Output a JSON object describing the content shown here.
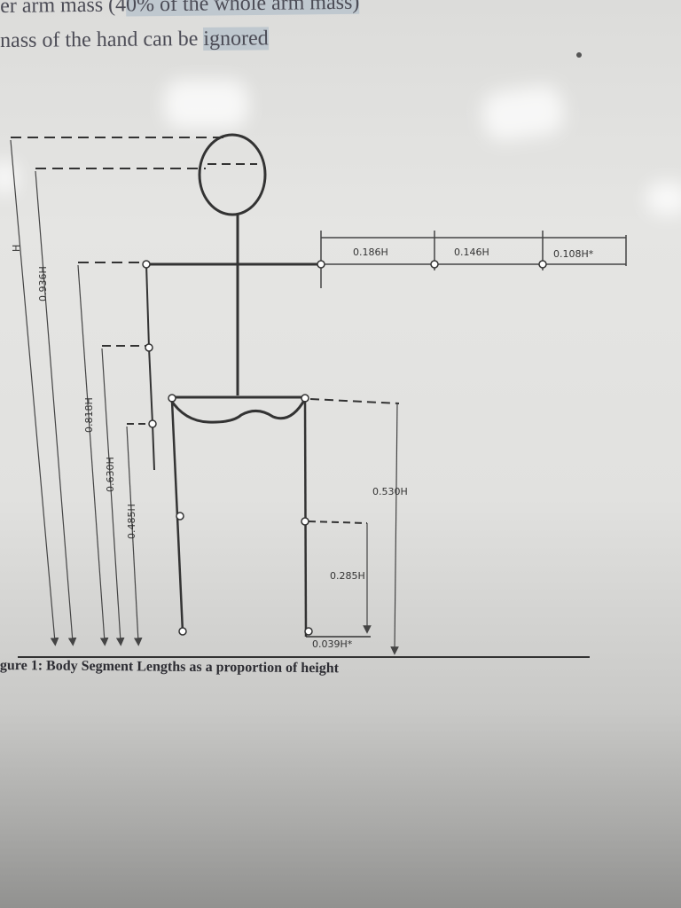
{
  "document": {
    "header_line1_prefix": "er arm mass (4",
    "header_line1_highlight": "0% of the whole arm mass)",
    "header_line2_prefix": "nass of the hand can be ",
    "header_line2_highlight": "ignored",
    "caption": "gure 1: Body Segment Lengths as a proportion of height"
  },
  "diagram": {
    "horizontal_labels": {
      "upper_arm": "0.186H",
      "forearm": "0.146H",
      "hand": "0.108H*"
    },
    "vertical_labels": {
      "height": "H",
      "eye_height": "0.936H",
      "shoulder_height": "0.818H",
      "elbow_height": "0.630H",
      "wrist_height": "0.485H",
      "hip_height": "0.530H",
      "knee_height": "0.285H",
      "ankle_height": "0.039H*"
    }
  }
}
